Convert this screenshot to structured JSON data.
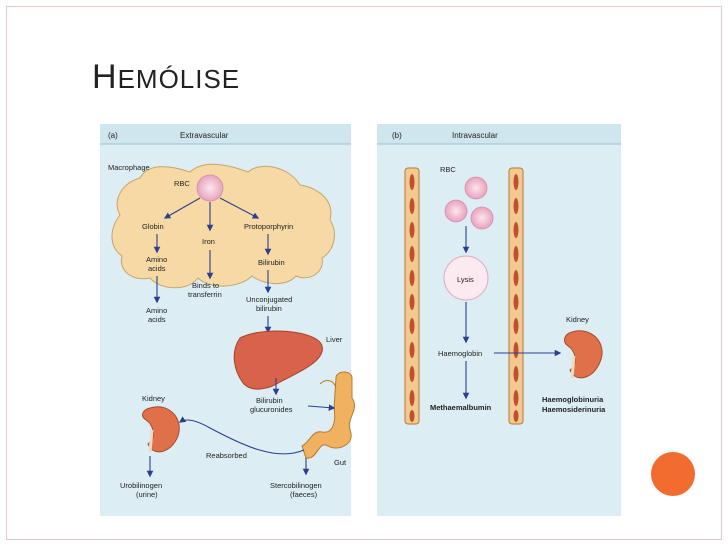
{
  "slide": {
    "title_first": "H",
    "title_rest": "EMÓLISE",
    "accent_color": "#f26b2f"
  },
  "panel_a": {
    "tag": "(a)",
    "header": "Extravascular",
    "macrophage": "Macrophage",
    "rbc": "RBC",
    "globin": "Globin",
    "iron": "Iron",
    "protoporphyrin": "Protoporphyrin",
    "amino_acids_line1": "Amino",
    "amino_acids_line2": "acids",
    "bilirubin": "Bilirubin",
    "binds_line1": "Binds to",
    "binds_line2": "transferrin",
    "unconj_line1": "Unconjugated",
    "unconj_line2": "bilirubin",
    "amino_out_line1": "Amino",
    "amino_out_line2": "acids",
    "liver": "Liver",
    "kidney": "Kidney",
    "bili_gluc_line1": "Bilirubin",
    "bili_gluc_line2": "glucuronides",
    "reabsorbed": "Reabsorbed",
    "gut": "Gut",
    "urobilinogen_line1": "Urobilinogen",
    "urobilinogen_line2": "(urine)",
    "stercobilinogen_line1": "Stercobilinogen",
    "stercobilinogen_line2": "(faeces)"
  },
  "panel_b": {
    "tag": "(b)",
    "header": "Intravascular",
    "rbc": "RBC",
    "lysis": "Lysis",
    "haemoglobin": "Haemoglobin",
    "methaemalbumin": "Methaemalbumin",
    "kidney": "Kidney",
    "haemoglobinuria": "Haemoglobinuria",
    "haemosiderinuria": "Haemosiderinuria"
  }
}
